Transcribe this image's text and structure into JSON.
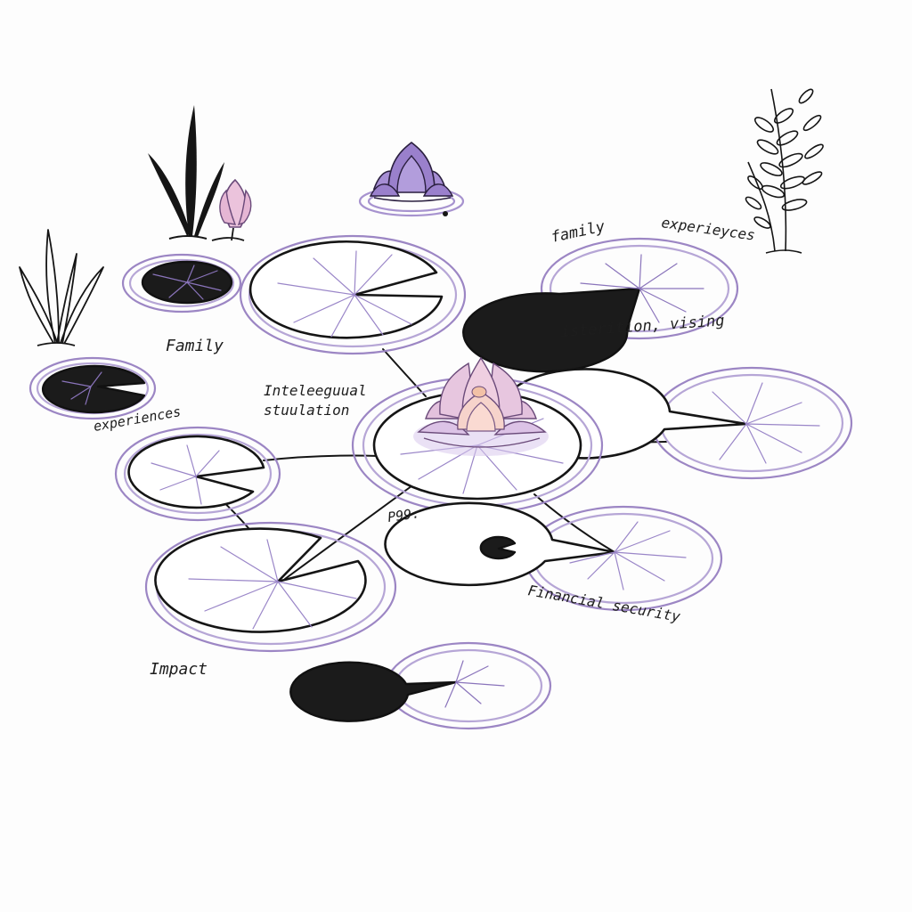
{
  "colors": {
    "ink": "#151515",
    "ripple": "#9c86c4",
    "vein": "#9a86c8",
    "lotus_pink": "#e9c6dc",
    "lotus_core": "#f6d0c4",
    "lotus_purple": "#a68ed4",
    "background": "#fdfdfd"
  },
  "labels": {
    "family_left": "Family",
    "experiences_left": "experiences",
    "intellectual_stimulation": "Inteleeguual\nstuulation",
    "family_right": "family",
    "experiences_right": "experieyces",
    "iterition_vising": "isterition, vising",
    "p99": "P99.",
    "financial_security": "Financial security",
    "impact": "Impact"
  },
  "icons": [
    "water-lily-flower-icon",
    "purple-lotus-icon",
    "pink-lotus-bud-icon",
    "reed-plant-icon",
    "fern-plant-icon"
  ]
}
